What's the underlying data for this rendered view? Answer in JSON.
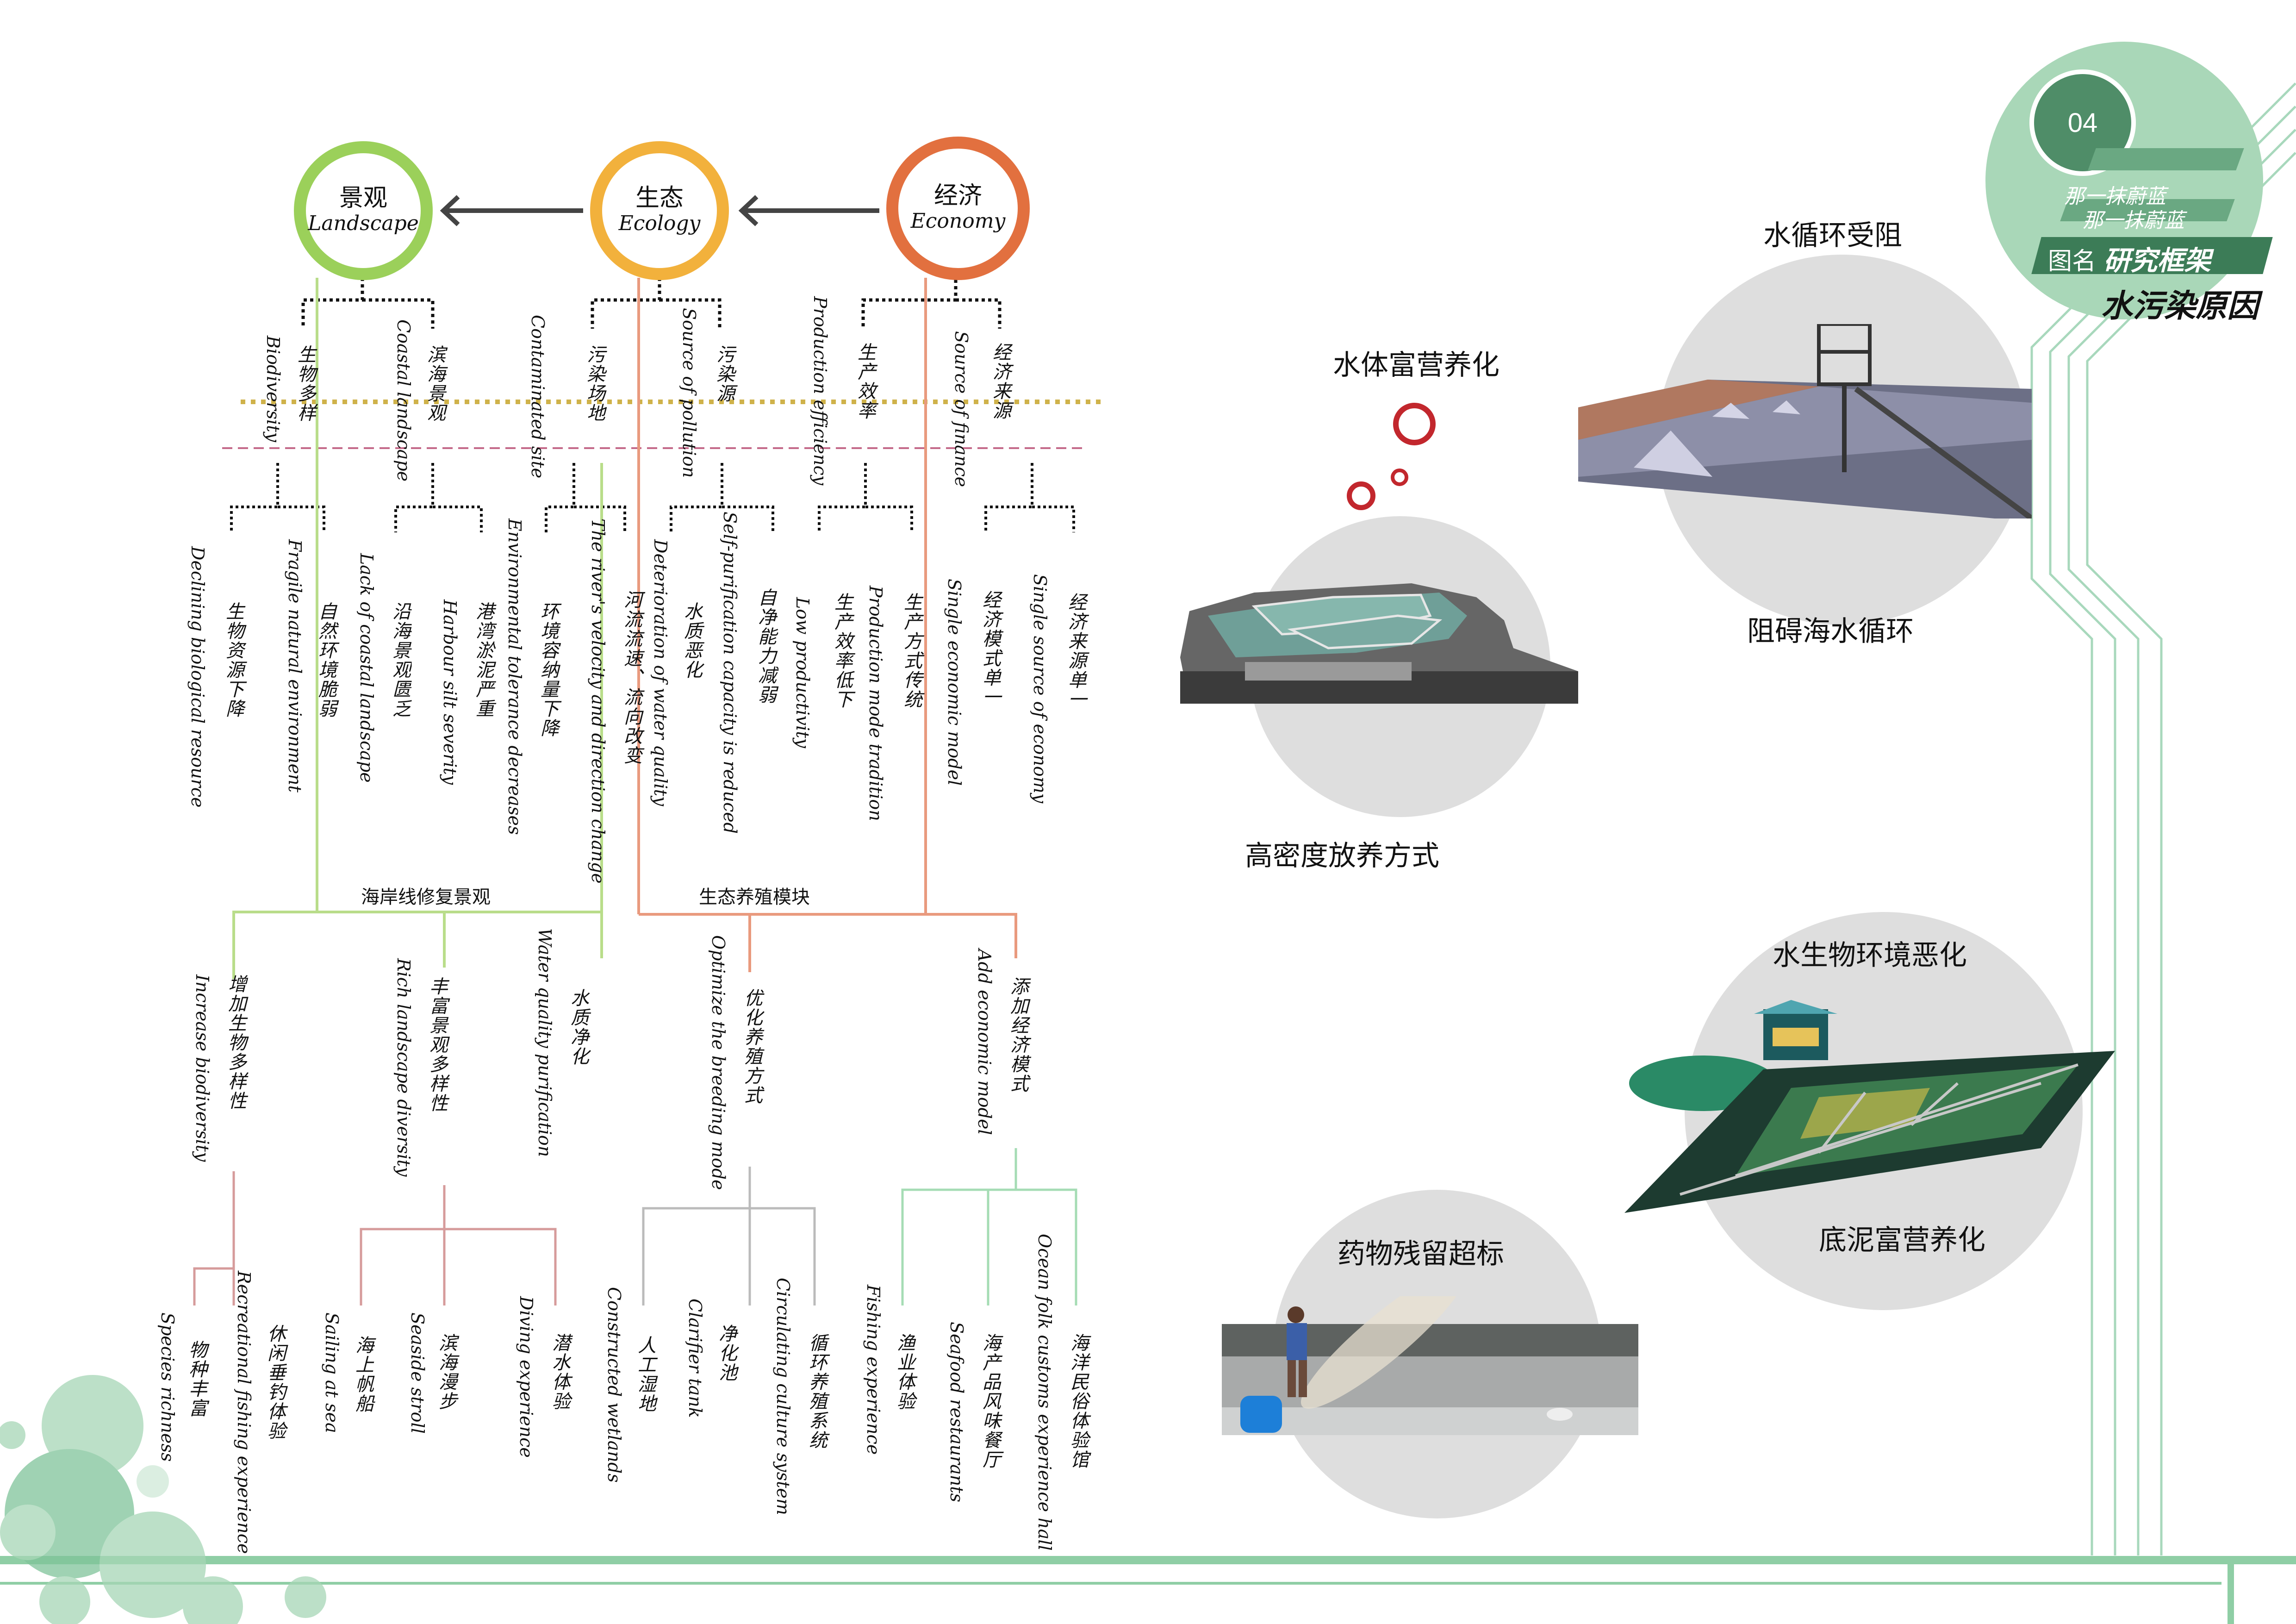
{
  "page": {
    "number": "04",
    "slogan_1": "那一抹蔚蓝",
    "slogan_2": "那一抹蔚蓝",
    "label": "图名",
    "title": "研究框架",
    "subtitle": "水污染原因"
  },
  "hubs": {
    "landscape": {
      "zh": "景观",
      "en": "Landscape",
      "color": "#9bd05a"
    },
    "ecology": {
      "zh": "生态",
      "en": "Ecology",
      "color": "#f2b13c"
    },
    "economy": {
      "zh": "经济",
      "en": "Economy",
      "color": "#e2703f"
    }
  },
  "factors": [
    {
      "zh": "生物多样",
      "en": "Biodiversity"
    },
    {
      "zh": "滨海景观",
      "en": "Coastal landscape"
    },
    {
      "zh": "污染场地",
      "en": "Contaminated site"
    },
    {
      "zh": "污染源",
      "en": "Source of pollution"
    },
    {
      "zh": "生产效率",
      "en": "Production efficiency"
    },
    {
      "zh": "经济来源",
      "en": "Source of finance"
    }
  ],
  "problems": [
    {
      "zh": "生物资源下降",
      "en": "Declining biological resource"
    },
    {
      "zh": "自然环境脆弱",
      "en": "Fragile natural environment"
    },
    {
      "zh": "沿海景观匮乏",
      "en": "Lack of coastal landscape"
    },
    {
      "zh": "港湾淤泥严重",
      "en": "Harbour silt severity"
    },
    {
      "zh": "环境容纳量下降",
      "en": "Environmental tolerance decreases"
    },
    {
      "zh": "河流流速、流向改变",
      "en": "The river's velocity and direction change"
    },
    {
      "zh": "水质恶化",
      "en": "Deterioration of water quality"
    },
    {
      "zh": "自净能力减弱",
      "en": "Self-purification capacity is reduced"
    },
    {
      "zh": "生产效率低下",
      "en": "Low productivity"
    },
    {
      "zh": "生产方式传统",
      "en": "Production mode tradition"
    },
    {
      "zh": "经济模式单一",
      "en": "Single economic model"
    },
    {
      "zh": "经济来源单一",
      "en": "Single source of economy"
    }
  ],
  "modules": {
    "left": "海岸线修复景观",
    "right": "生态养殖模块"
  },
  "strategies": [
    {
      "zh": "增加生物多样性",
      "en": "Increase biodiversity"
    },
    {
      "zh": "丰富景观多样性",
      "en": "Rich landscape diversity"
    },
    {
      "zh": "水质净化",
      "en": "Water quality purification"
    },
    {
      "zh": "优化养殖方式",
      "en": "Optimize the breeding mode"
    },
    {
      "zh": "添加经济模式",
      "en": "Add economic model"
    }
  ],
  "actions": [
    {
      "zh": "物种丰富",
      "en": "Species richness"
    },
    {
      "zh": "休闲垂钓体验",
      "en": "Recreational fishing experience"
    },
    {
      "zh": "海上帆船",
      "en": "Sailing at sea"
    },
    {
      "zh": "滨海漫步",
      "en": "Seaside stroll"
    },
    {
      "zh": "潜水体验",
      "en": "Diving experience"
    },
    {
      "zh": "人工湿地",
      "en": "Constructed wetlands"
    },
    {
      "zh": "净化池",
      "en": "Clarifier tank"
    },
    {
      "zh": "循环养殖系统",
      "en": "Circulating culture system"
    },
    {
      "zh": "渔业体验",
      "en": "Fishing experience"
    },
    {
      "zh": "海产品风味餐厅",
      "en": "Seafood restaurants"
    },
    {
      "zh": "海洋民俗体验馆",
      "en": "Ocean folk customs experience hall"
    }
  ],
  "pollution_causes": {
    "eutrophication": "水体富营养化",
    "high_density": "高密度放养方式",
    "circulation_blocked": "水循环受阻",
    "block_sea": "阻碍海水循环",
    "habitat": "水生物环境恶化",
    "sediment": "底泥富营养化",
    "drug": "药物残留超标"
  }
}
